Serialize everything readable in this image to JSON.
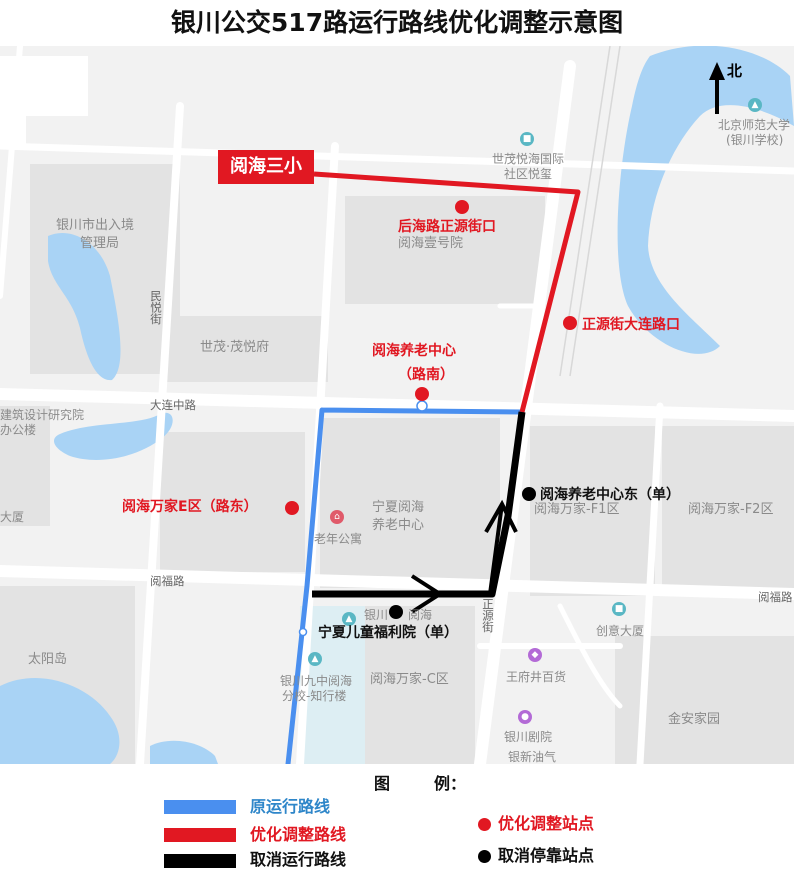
{
  "title": "银川公交517路运行路线优化调整示意图",
  "north_label": "北",
  "badge": "阅海三小",
  "stops_red": {
    "s1": "后海路正源街口",
    "s2": "正源街大连路口",
    "s3_line1": "阅海养老中心",
    "s3_line2": "（路南）",
    "s4": "阅海万家E区（路东）"
  },
  "stops_black": {
    "s1": "阅海养老中心东（单）",
    "s2": "宁夏儿童福利院（单）"
  },
  "places": {
    "p1": "银川市出入境",
    "p1b": "管理局",
    "p2": "世茂·茂悦府",
    "p3": "世茂悦海国际",
    "p3b": "社区悦玺",
    "p4": "阅海壹号院",
    "p5": "北京师范大学",
    "p5b": "(银川学校)",
    "p6": "宁夏阅海",
    "p6b": "养老中心",
    "p7": "老年公寓",
    "p8": "阅海万家-F1区",
    "p9": "阅海万家-F2区",
    "p10": "银川九中阅海",
    "p10b": "分校-知行楼",
    "p11": "阅海万家-C区",
    "p12": "王府井百货",
    "p13": "创意大厦",
    "p14": "金安家园",
    "p15": "银川剧院",
    "p16": "银新油气",
    "p17": "太阳岛",
    "p18": "建筑设计研究院",
    "p18b": "办公楼",
    "p19": "大厦",
    "p20": "银川",
    "p21": "阅海"
  },
  "roads": {
    "r1": "大连中路",
    "r2": "阅福路",
    "r3": "阅福路",
    "r4": "民悦街",
    "r5": "正源街"
  },
  "legend": {
    "title_a": "图",
    "title_b": "例：",
    "item1": "原运行路线",
    "item2": "优化调整路线",
    "item3": "取消运行路线",
    "item4": "优化调整站点",
    "item5": "取消停靠站点"
  },
  "colors": {
    "original_route": "#4a8fef",
    "adjusted_route": "#e11822",
    "cancelled_route": "#000000",
    "water": "#a9d3f5"
  },
  "icons": [
    "north-arrow-icon",
    "school-icon",
    "building-icon",
    "mall-icon",
    "theater-icon"
  ]
}
